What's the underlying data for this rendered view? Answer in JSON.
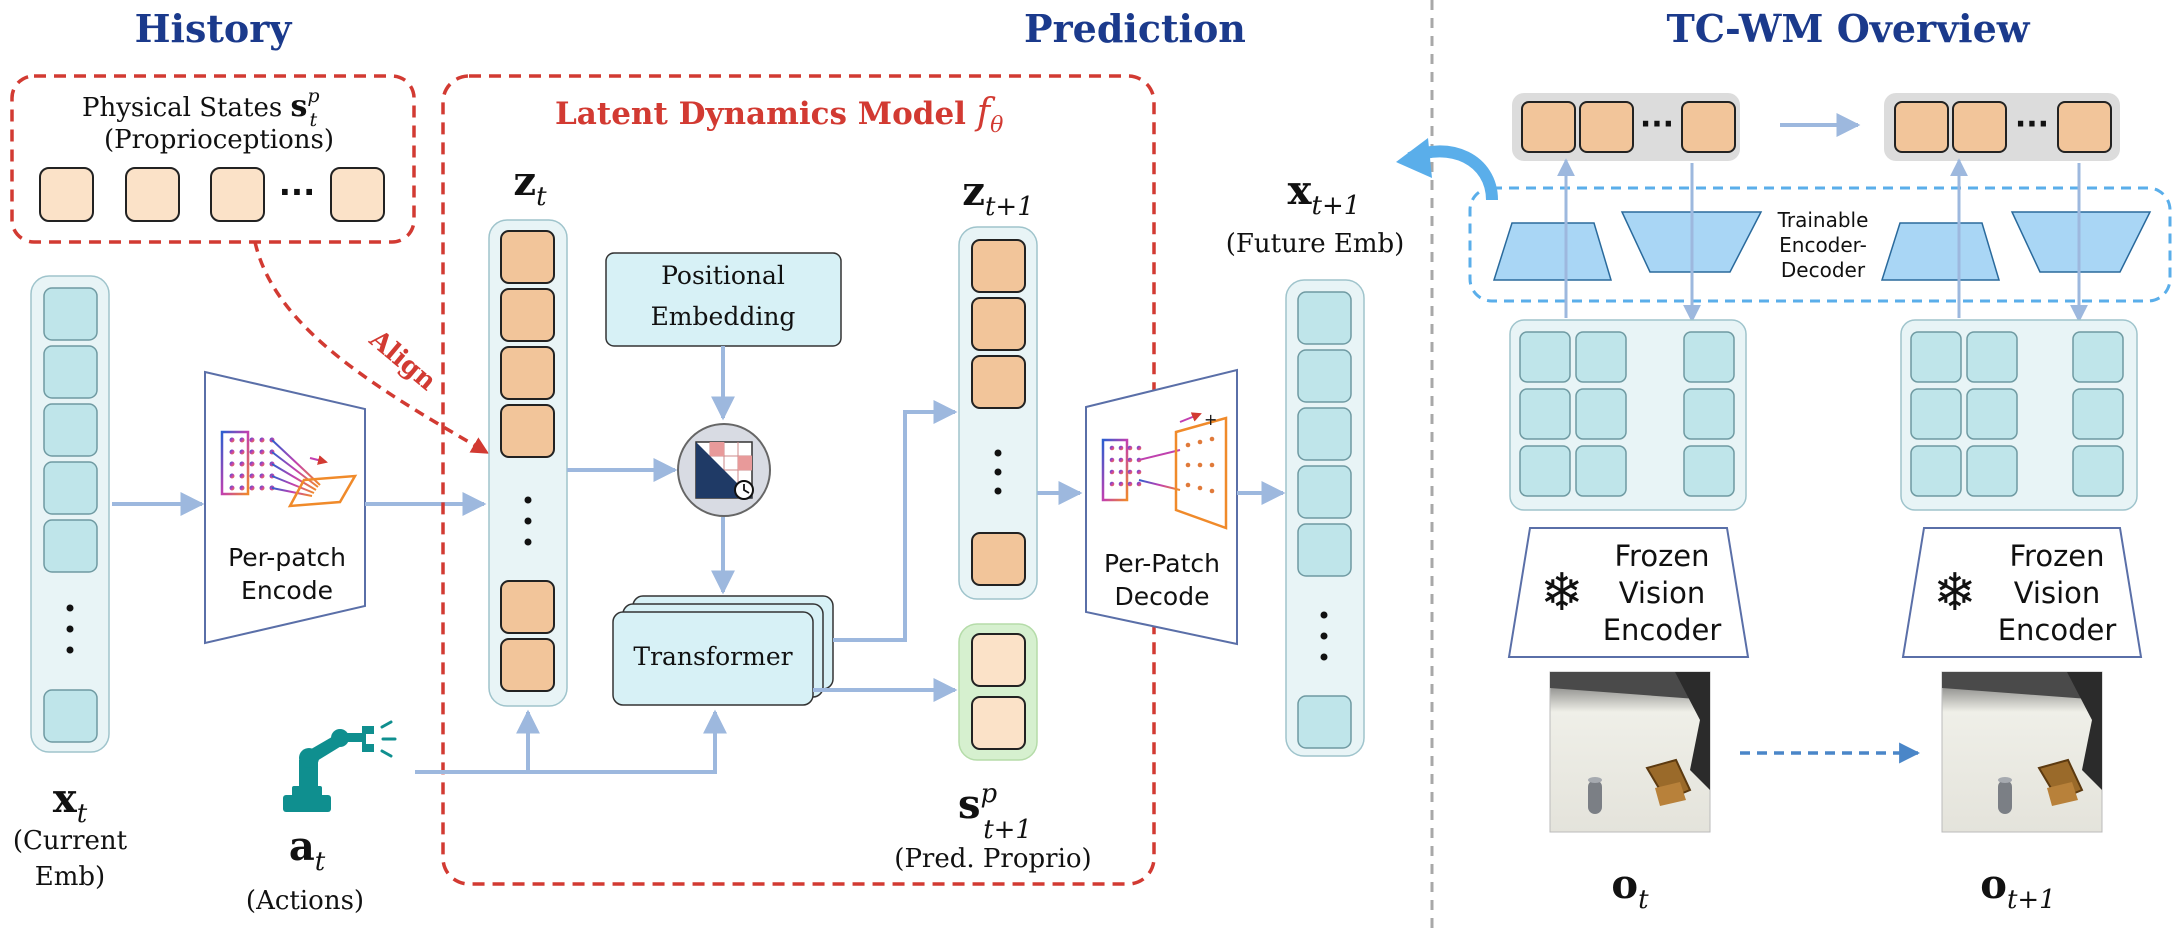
{
  "headers": {
    "history": "History",
    "prediction": "Prediction",
    "overview": "TC-WM Overview"
  },
  "history_box": {
    "title_prefix": "Physical States ",
    "title_math": "s",
    "title_sup": "p",
    "title_sub": "t",
    "subtitle": "(Proprioceptions)",
    "ellipsis": "···"
  },
  "align_label": "Align",
  "ldm": {
    "title": "Latent Dynamics Model ",
    "title_math": "f",
    "title_sub": "θ",
    "positional_line1": "Positional",
    "positional_line2": "Embedding",
    "transformer": "Transformer"
  },
  "labels": {
    "x_t": "x",
    "x_t_sub": "t",
    "x_t_desc1": "(Current",
    "x_t_desc2": "Emb)",
    "a_t": "a",
    "a_t_sub": "t",
    "a_t_desc": "(Actions)",
    "z_t": "z",
    "z_t_sub": "t",
    "z_t1": "z",
    "z_t1_sub": "t+1",
    "s_t1": "s",
    "s_t1_sup": "p",
    "s_t1_sub": "t+1",
    "s_t1_desc": "(Pred. Proprio)",
    "x_t1": "x",
    "x_t1_sub": "t+1",
    "x_t1_desc": "(Future Emb)",
    "encode_line1": "Per-patch",
    "encode_line2": "Encode",
    "decode_line1": "Per-Patch",
    "decode_line2": "Decode"
  },
  "overview": {
    "trainable_line1": "Trainable",
    "trainable_line2": "Encoder-",
    "trainable_line3": "Decoder",
    "frozen_line1": "Frozen",
    "frozen_line2": "Vision",
    "frozen_line3": "Encoder",
    "o_t": "o",
    "o_t_sub": "t",
    "o_t1": "o",
    "o_t1_sub": "t+1",
    "ellipsis": "···"
  },
  "colors": {
    "header_blue": "#1b3a8c",
    "red_dashed": "#d23a32",
    "orange_cell": "#f2c59a",
    "light_orange_cell": "#fbe2c8",
    "teal_cell": "#bfe5ea",
    "column_bg": "#e8f4f6",
    "arrow_blue": "#9db8de",
    "trapezoid_blue": "#a9d6f5"
  },
  "icons": [
    "grid-transform-icon",
    "positional-embedding-icon",
    "robot-arm-icon",
    "snowflake-icon",
    "curved-arrow-icon"
  ]
}
